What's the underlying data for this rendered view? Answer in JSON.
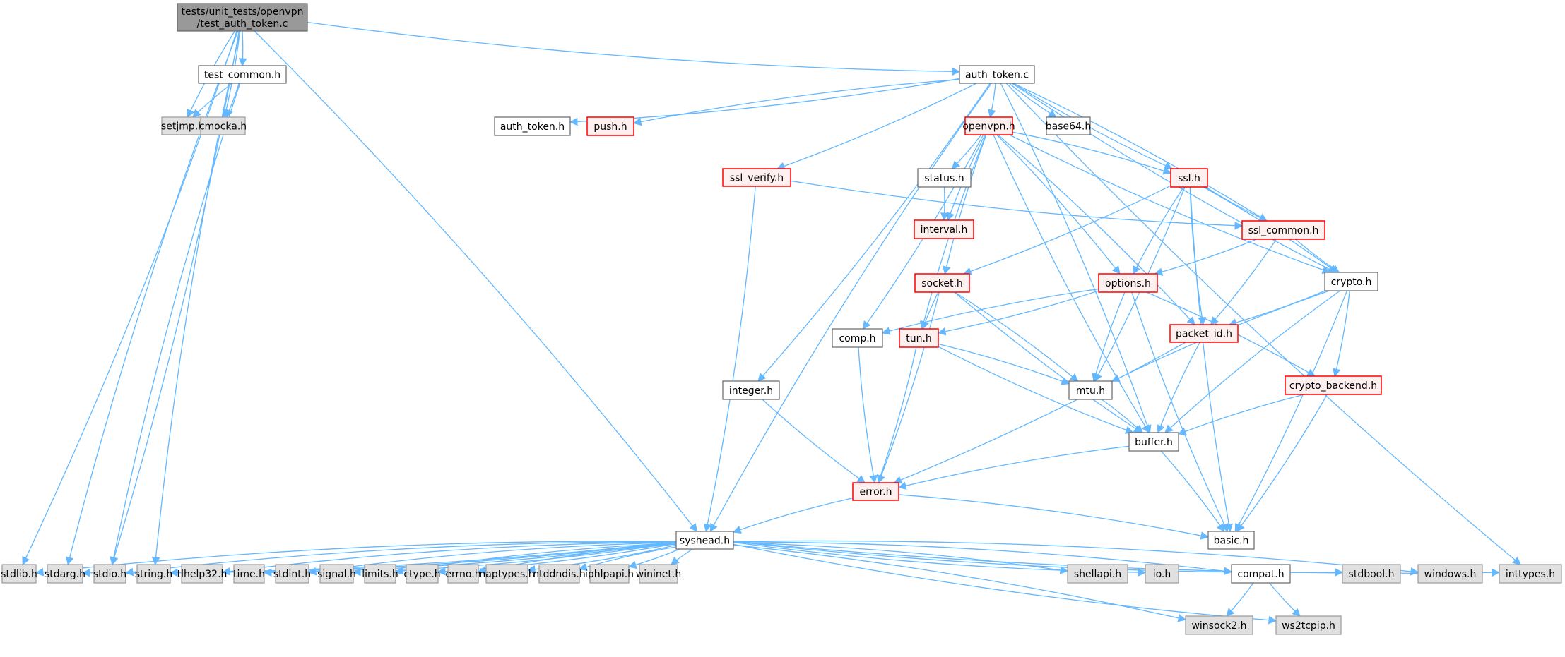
{
  "graph": {
    "title": "tests/unit_tests/openvpn/test_auth_token.c",
    "colors": {
      "edge": "#63b8ff",
      "root_fill": "#999999",
      "root_stroke": "#666666",
      "normal_fill": "#ffffff",
      "normal_stroke": "#666666",
      "truncated_fill": "#fff0f0",
      "truncated_stroke": "#ff0000",
      "system_fill": "#e0e0e0",
      "system_stroke": "#999999"
    },
    "nodes": [
      {
        "id": "root",
        "lines": [
          "tests/unit_tests/openvpn",
          "/test_auth_token.c"
        ],
        "kind": "root"
      },
      {
        "id": "test_common",
        "lines": [
          "test_common.h"
        ],
        "kind": "normal"
      },
      {
        "id": "setjmp",
        "lines": [
          "setjmp.h"
        ],
        "kind": "system"
      },
      {
        "id": "cmocka",
        "lines": [
          "cmocka.h"
        ],
        "kind": "system"
      },
      {
        "id": "auth_token_c",
        "lines": [
          "auth_token.c"
        ],
        "kind": "normal"
      },
      {
        "id": "auth_token_h",
        "lines": [
          "auth_token.h"
        ],
        "kind": "normal"
      },
      {
        "id": "push",
        "lines": [
          "push.h"
        ],
        "kind": "truncated"
      },
      {
        "id": "openvpn",
        "lines": [
          "openvpn.h"
        ],
        "kind": "truncated"
      },
      {
        "id": "base64",
        "lines": [
          "base64.h"
        ],
        "kind": "normal"
      },
      {
        "id": "ssl_verify",
        "lines": [
          "ssl_verify.h"
        ],
        "kind": "truncated"
      },
      {
        "id": "status",
        "lines": [
          "status.h"
        ],
        "kind": "normal"
      },
      {
        "id": "ssl",
        "lines": [
          "ssl.h"
        ],
        "kind": "truncated"
      },
      {
        "id": "interval",
        "lines": [
          "interval.h"
        ],
        "kind": "truncated"
      },
      {
        "id": "ssl_common",
        "lines": [
          "ssl_common.h"
        ],
        "kind": "truncated"
      },
      {
        "id": "socket",
        "lines": [
          "socket.h"
        ],
        "kind": "truncated"
      },
      {
        "id": "options",
        "lines": [
          "options.h"
        ],
        "kind": "truncated"
      },
      {
        "id": "crypto",
        "lines": [
          "crypto.h"
        ],
        "kind": "normal"
      },
      {
        "id": "comp",
        "lines": [
          "comp.h"
        ],
        "kind": "normal"
      },
      {
        "id": "tun",
        "lines": [
          "tun.h"
        ],
        "kind": "truncated"
      },
      {
        "id": "packet_id",
        "lines": [
          "packet_id.h"
        ],
        "kind": "truncated"
      },
      {
        "id": "integer",
        "lines": [
          "integer.h"
        ],
        "kind": "normal"
      },
      {
        "id": "mtu",
        "lines": [
          "mtu.h"
        ],
        "kind": "normal"
      },
      {
        "id": "crypto_backend",
        "lines": [
          "crypto_backend.h"
        ],
        "kind": "truncated"
      },
      {
        "id": "buffer",
        "lines": [
          "buffer.h"
        ],
        "kind": "normal"
      },
      {
        "id": "error",
        "lines": [
          "error.h"
        ],
        "kind": "truncated"
      },
      {
        "id": "syshead",
        "lines": [
          "syshead.h"
        ],
        "kind": "normal"
      },
      {
        "id": "basic",
        "lines": [
          "basic.h"
        ],
        "kind": "normal"
      },
      {
        "id": "stdlib",
        "lines": [
          "stdlib.h"
        ],
        "kind": "system"
      },
      {
        "id": "stdarg",
        "lines": [
          "stdarg.h"
        ],
        "kind": "system"
      },
      {
        "id": "stdio",
        "lines": [
          "stdio.h"
        ],
        "kind": "system"
      },
      {
        "id": "string",
        "lines": [
          "string.h"
        ],
        "kind": "system"
      },
      {
        "id": "tlhelp32",
        "lines": [
          "tlhelp32.h"
        ],
        "kind": "system"
      },
      {
        "id": "time",
        "lines": [
          "time.h"
        ],
        "kind": "system"
      },
      {
        "id": "stdint",
        "lines": [
          "stdint.h"
        ],
        "kind": "system"
      },
      {
        "id": "signal",
        "lines": [
          "signal.h"
        ],
        "kind": "system"
      },
      {
        "id": "limits",
        "lines": [
          "limits.h"
        ],
        "kind": "system"
      },
      {
        "id": "ctype",
        "lines": [
          "ctype.h"
        ],
        "kind": "system"
      },
      {
        "id": "errno",
        "lines": [
          "errno.h"
        ],
        "kind": "system"
      },
      {
        "id": "naptypes",
        "lines": [
          "naptypes.h"
        ],
        "kind": "system"
      },
      {
        "id": "ntddndis",
        "lines": [
          "ntddndis.h"
        ],
        "kind": "system"
      },
      {
        "id": "iphlpapi",
        "lines": [
          "iphlpapi.h"
        ],
        "kind": "system"
      },
      {
        "id": "wininet",
        "lines": [
          "wininet.h"
        ],
        "kind": "system"
      },
      {
        "id": "shellapi",
        "lines": [
          "shellapi.h"
        ],
        "kind": "system"
      },
      {
        "id": "io",
        "lines": [
          "io.h"
        ],
        "kind": "system"
      },
      {
        "id": "compat",
        "lines": [
          "compat.h"
        ],
        "kind": "normal"
      },
      {
        "id": "stdbool",
        "lines": [
          "stdbool.h"
        ],
        "kind": "system"
      },
      {
        "id": "windows",
        "lines": [
          "windows.h"
        ],
        "kind": "system"
      },
      {
        "id": "inttypes",
        "lines": [
          "inttypes.h"
        ],
        "kind": "system"
      },
      {
        "id": "winsock2",
        "lines": [
          "winsock2.h"
        ],
        "kind": "system"
      },
      {
        "id": "ws2tcpip",
        "lines": [
          "ws2tcpip.h"
        ],
        "kind": "system"
      }
    ],
    "edges": [
      [
        "root",
        "test_common"
      ],
      [
        "root",
        "setjmp"
      ],
      [
        "root",
        "cmocka"
      ],
      [
        "root",
        "auth_token_c"
      ],
      [
        "root",
        "stdlib"
      ],
      [
        "root",
        "stdarg"
      ],
      [
        "root",
        "stdio"
      ],
      [
        "root",
        "string"
      ],
      [
        "root",
        "syshead"
      ],
      [
        "test_common",
        "setjmp"
      ],
      [
        "test_common",
        "cmocka"
      ],
      [
        "test_common",
        "stdio"
      ],
      [
        "auth_token_c",
        "auth_token_h"
      ],
      [
        "auth_token_c",
        "push"
      ],
      [
        "auth_token_c",
        "openvpn"
      ],
      [
        "auth_token_c",
        "base64"
      ],
      [
        "auth_token_c",
        "ssl_verify"
      ],
      [
        "auth_token_c",
        "ssl"
      ],
      [
        "auth_token_c",
        "ssl_common"
      ],
      [
        "auth_token_c",
        "crypto"
      ],
      [
        "auth_token_c",
        "integer"
      ],
      [
        "auth_token_c",
        "syshead"
      ],
      [
        "auth_token_c",
        "buffer"
      ],
      [
        "auth_token_c",
        "inttypes"
      ],
      [
        "openvpn",
        "status"
      ],
      [
        "openvpn",
        "interval"
      ],
      [
        "openvpn",
        "ssl"
      ],
      [
        "openvpn",
        "socket"
      ],
      [
        "openvpn",
        "options"
      ],
      [
        "openvpn",
        "crypto"
      ],
      [
        "openvpn",
        "comp"
      ],
      [
        "openvpn",
        "tun"
      ],
      [
        "openvpn",
        "packet_id"
      ],
      [
        "openvpn",
        "buffer"
      ],
      [
        "status",
        "interval"
      ],
      [
        "ssl_verify",
        "ssl_common"
      ],
      [
        "ssl_verify",
        "syshead"
      ],
      [
        "ssl",
        "ssl_common"
      ],
      [
        "ssl",
        "socket"
      ],
      [
        "ssl",
        "options"
      ],
      [
        "ssl",
        "crypto"
      ],
      [
        "ssl",
        "packet_id"
      ],
      [
        "ssl",
        "mtu"
      ],
      [
        "ssl",
        "basic"
      ],
      [
        "ssl_common",
        "options"
      ],
      [
        "ssl_common",
        "crypto"
      ],
      [
        "ssl_common",
        "packet_id"
      ],
      [
        "socket",
        "tun"
      ],
      [
        "socket",
        "mtu"
      ],
      [
        "socket",
        "buffer"
      ],
      [
        "socket",
        "error"
      ],
      [
        "options",
        "comp"
      ],
      [
        "options",
        "tun"
      ],
      [
        "options",
        "mtu"
      ],
      [
        "options",
        "crypto_backend"
      ],
      [
        "options",
        "basic"
      ],
      [
        "crypto",
        "packet_id"
      ],
      [
        "crypto",
        "mtu"
      ],
      [
        "crypto",
        "crypto_backend"
      ],
      [
        "crypto",
        "buffer"
      ],
      [
        "crypto",
        "basic"
      ],
      [
        "comp",
        "error"
      ],
      [
        "tun",
        "mtu"
      ],
      [
        "tun",
        "buffer"
      ],
      [
        "tun",
        "error"
      ],
      [
        "packet_id",
        "buffer"
      ],
      [
        "packet_id",
        "error"
      ],
      [
        "integer",
        "error"
      ],
      [
        "mtu",
        "buffer"
      ],
      [
        "crypto_backend",
        "buffer"
      ],
      [
        "crypto_backend",
        "basic"
      ],
      [
        "buffer",
        "error"
      ],
      [
        "buffer",
        "basic"
      ],
      [
        "error",
        "syshead"
      ],
      [
        "error",
        "basic"
      ],
      [
        "syshead",
        "stdlib"
      ],
      [
        "syshead",
        "stdarg"
      ],
      [
        "syshead",
        "stdio"
      ],
      [
        "syshead",
        "string"
      ],
      [
        "syshead",
        "tlhelp32"
      ],
      [
        "syshead",
        "time"
      ],
      [
        "syshead",
        "stdint"
      ],
      [
        "syshead",
        "signal"
      ],
      [
        "syshead",
        "limits"
      ],
      [
        "syshead",
        "ctype"
      ],
      [
        "syshead",
        "errno"
      ],
      [
        "syshead",
        "naptypes"
      ],
      [
        "syshead",
        "ntddndis"
      ],
      [
        "syshead",
        "iphlpapi"
      ],
      [
        "syshead",
        "wininet"
      ],
      [
        "syshead",
        "shellapi"
      ],
      [
        "syshead",
        "io"
      ],
      [
        "syshead",
        "compat"
      ],
      [
        "syshead",
        "stdbool"
      ],
      [
        "syshead",
        "windows"
      ],
      [
        "syshead",
        "inttypes"
      ],
      [
        "syshead",
        "winsock2"
      ],
      [
        "syshead",
        "ws2tcpip"
      ],
      [
        "compat",
        "winsock2"
      ],
      [
        "compat",
        "ws2tcpip"
      ]
    ]
  }
}
